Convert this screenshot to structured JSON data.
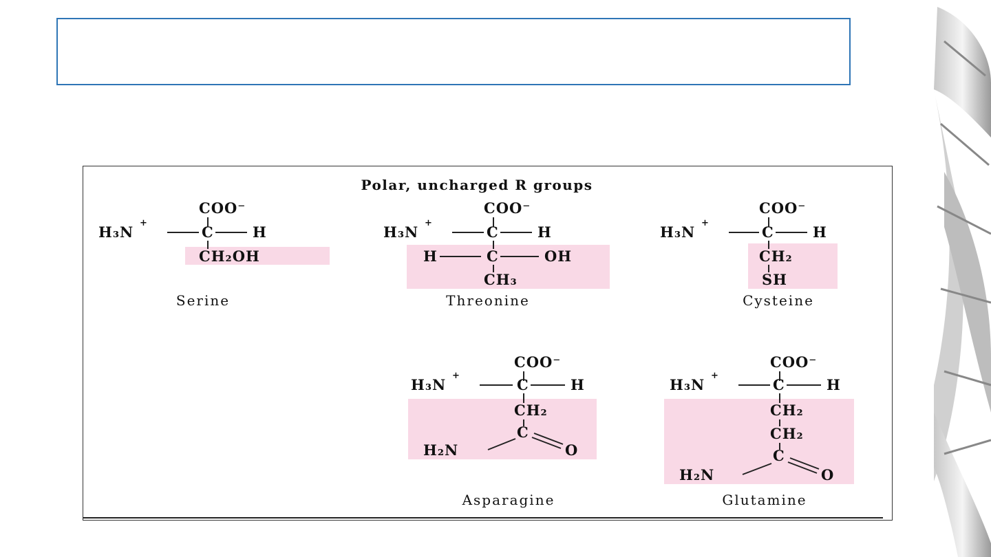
{
  "slide": {
    "title": ""
  },
  "figure": {
    "heading": "Polar, uncharged R groups",
    "amino_acids": [
      {
        "name": "Serine",
        "top": "COO⁻",
        "amine": "H₃N",
        "plus": "+",
        "alpha": "C",
        "h": "H",
        "r": [
          "CH₂OH"
        ]
      },
      {
        "name": "Threonine",
        "top": "COO⁻",
        "amine": "H₃N",
        "plus": "+",
        "alpha": "C",
        "h": "H",
        "r": [
          "H",
          "C",
          "OH",
          "CH₃"
        ]
      },
      {
        "name": "Cysteine",
        "top": "COO⁻",
        "amine": "H₃N",
        "plus": "+",
        "alpha": "C",
        "h": "H",
        "r": [
          "CH₂",
          "SH"
        ]
      },
      {
        "name": "Asparagine",
        "top": "COO⁻",
        "amine": "H₃N",
        "plus": "+",
        "alpha": "C",
        "h": "H",
        "r": [
          "CH₂",
          "C",
          "H₂N",
          "O"
        ]
      },
      {
        "name": "Glutamine",
        "top": "COO⁻",
        "amine": "H₃N",
        "plus": "+",
        "alpha": "C",
        "h": "H",
        "r": [
          "CH₂",
          "CH₂",
          "C",
          "H₂N",
          "O"
        ]
      }
    ]
  },
  "colors": {
    "title_border": "#2e75b6",
    "r_group_highlight": "#f9d9e6"
  },
  "icons": {
    "decoration": "dna-helix-decoration"
  }
}
